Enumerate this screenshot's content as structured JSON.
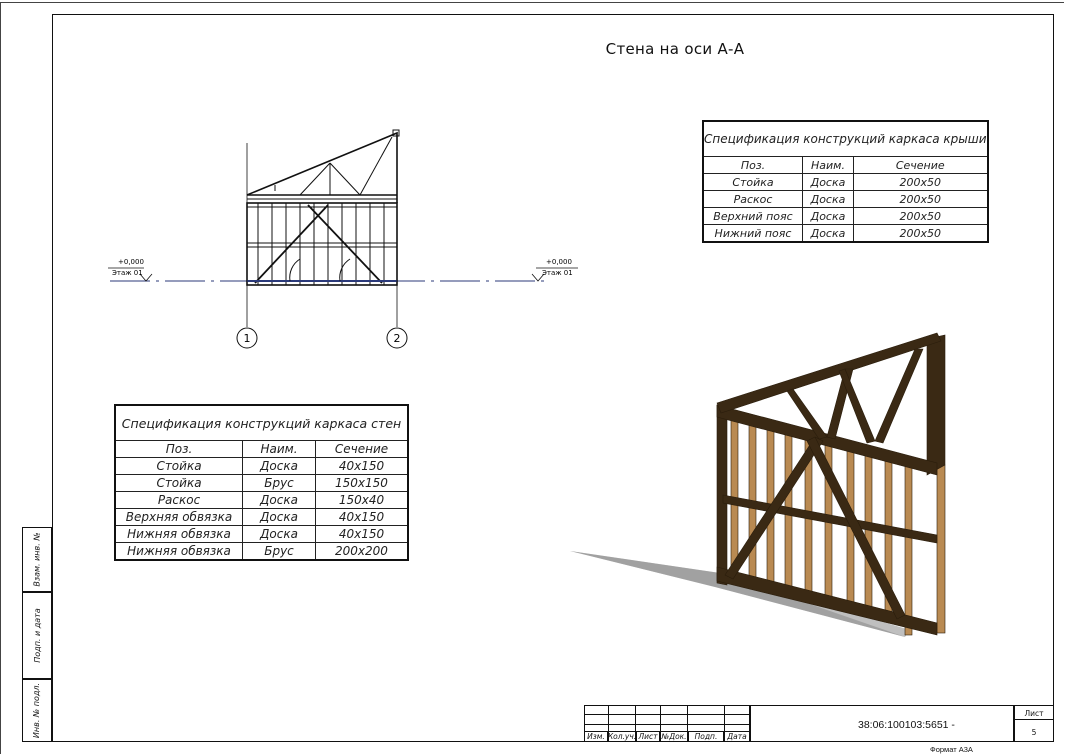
{
  "sheet": {
    "title": "Стена на оси А-А",
    "format": "Формат А3А",
    "doc_code": "38:06:100103:5651 -",
    "sheet_label": "Лист",
    "sheet_number": "5"
  },
  "elevation": {
    "level_left": {
      "value": "+0,000",
      "name": "Этаж 01"
    },
    "level_right": {
      "value": "+0,000",
      "name": "Этаж 01"
    },
    "grid_axes": [
      "1",
      "2"
    ]
  },
  "roof_spec": {
    "title": "Спецификация конструкций каркаса крыши",
    "headers": [
      "Поз.",
      "Наим.",
      "Сечение"
    ],
    "rows": [
      [
        "Стойка",
        "Доска",
        "200х50"
      ],
      [
        "Раскос",
        "Доска",
        "200х50"
      ],
      [
        "Верхний пояс",
        "Доска",
        "200х50"
      ],
      [
        "Нижний пояс",
        "Доска",
        "200х50"
      ]
    ]
  },
  "wall_spec": {
    "title": "Спецификация конструкций каркаса стен",
    "headers": [
      "Поз.",
      "Наим.",
      "Сечение"
    ],
    "rows": [
      [
        "Стойка",
        "Доска",
        "40х150"
      ],
      [
        "Стойка",
        "Брус",
        "150х150"
      ],
      [
        "Раскос",
        "Доска",
        "150х40"
      ],
      [
        "Верхняя обвязка",
        "Доска",
        "40х150"
      ],
      [
        "Нижняя обвязка",
        "Доска",
        "40х150"
      ],
      [
        "Нижняя обвязка",
        "Брус",
        "200х200"
      ]
    ]
  },
  "side_stamp": {
    "labels": [
      "Взам. инв. №",
      "Подп. и дата",
      "Инв. № подл."
    ]
  },
  "title_block": {
    "columns": [
      "Изм.",
      "Кол.уч.",
      "Лист",
      "№Док.",
      "Подп.",
      "Дата"
    ]
  },
  "colors": {
    "timber_dark": "#3a2914",
    "timber_light": "#b98a52",
    "shadow": "#9c9c9c"
  }
}
